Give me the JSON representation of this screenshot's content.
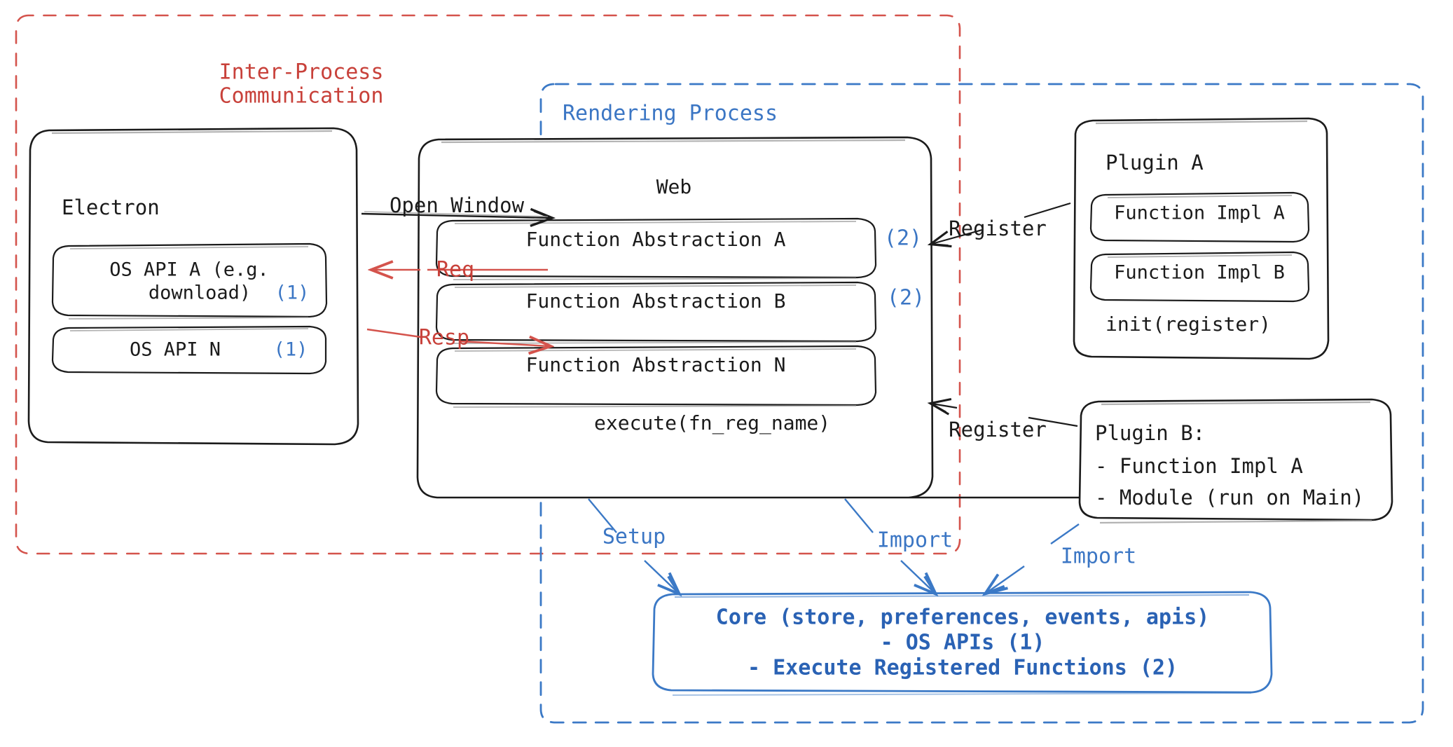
{
  "diagram": {
    "title": "Electron plugin architecture diagram",
    "style": "hand-drawn sketch"
  },
  "colors": {
    "ipc_red": "#c8413a",
    "render_blue": "#3b76c4",
    "core_blue": "#2a62b4",
    "ink": "#1b1b1b",
    "background": "#ffffff"
  },
  "regions": {
    "ipc": {
      "label_line1": "Inter-Process",
      "label_line2": "Communication",
      "color": "#c8413a",
      "border": "dashed"
    },
    "rendering": {
      "label": "Rendering Process",
      "color": "#3b76c4",
      "border": "dashed"
    }
  },
  "electron": {
    "title": "Electron",
    "items": [
      {
        "line1": "OS API A (e.g.",
        "line2": "download)",
        "marker": "(1)"
      },
      {
        "line1": "OS API N",
        "line2": "",
        "marker": "(1)"
      }
    ]
  },
  "web": {
    "title": "Web",
    "abstractions": [
      {
        "label": "Function Abstraction A",
        "marker": "(2)"
      },
      {
        "label": "Function Abstraction B",
        "marker": "(2)"
      },
      {
        "label": "Function Abstraction N",
        "marker": ""
      }
    ],
    "footer": "execute(fn_reg_name)"
  },
  "plugin_a": {
    "title": "Plugin A",
    "items": [
      "Function Impl A",
      "Function Impl B"
    ],
    "footer": "init(register)"
  },
  "plugin_b": {
    "title": "Plugin B:",
    "items": [
      "- Function Impl A",
      "- Module (run on Main)"
    ]
  },
  "core": {
    "lines": [
      "Core (store, preferences, events, apis)",
      "- OS APIs (1)",
      "- Execute Registered Functions (2)"
    ]
  },
  "arrows": {
    "open_window": "Open Window",
    "req": "Req",
    "resp": "Resp",
    "register_a": "Register",
    "register_b": "Register",
    "setup": "Setup",
    "import_web": "Import",
    "import_plugin": "Import"
  }
}
